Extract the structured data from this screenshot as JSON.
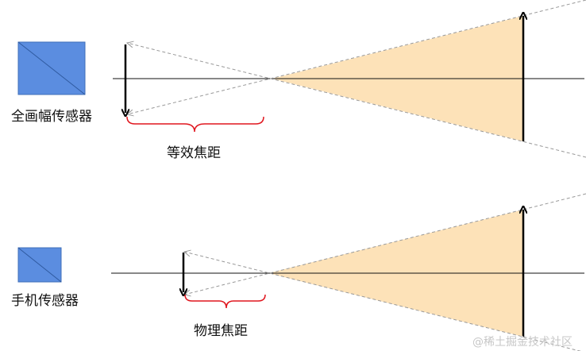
{
  "top": {
    "sensor_label": "全画幅传感器",
    "focal_label": "等效焦距"
  },
  "bottom": {
    "sensor_label": "手机传感器",
    "focal_label": "物理焦距"
  },
  "watermark": "@稀土掘金技术社区",
  "colors": {
    "sensor_fill": "#5b8de0",
    "sensor_stroke": "#3f6fb8",
    "cone_fill": "#fde2b8",
    "bracket": "#e0161e",
    "ray": "#999999",
    "axis": "#111111",
    "arrow": "#000000"
  }
}
